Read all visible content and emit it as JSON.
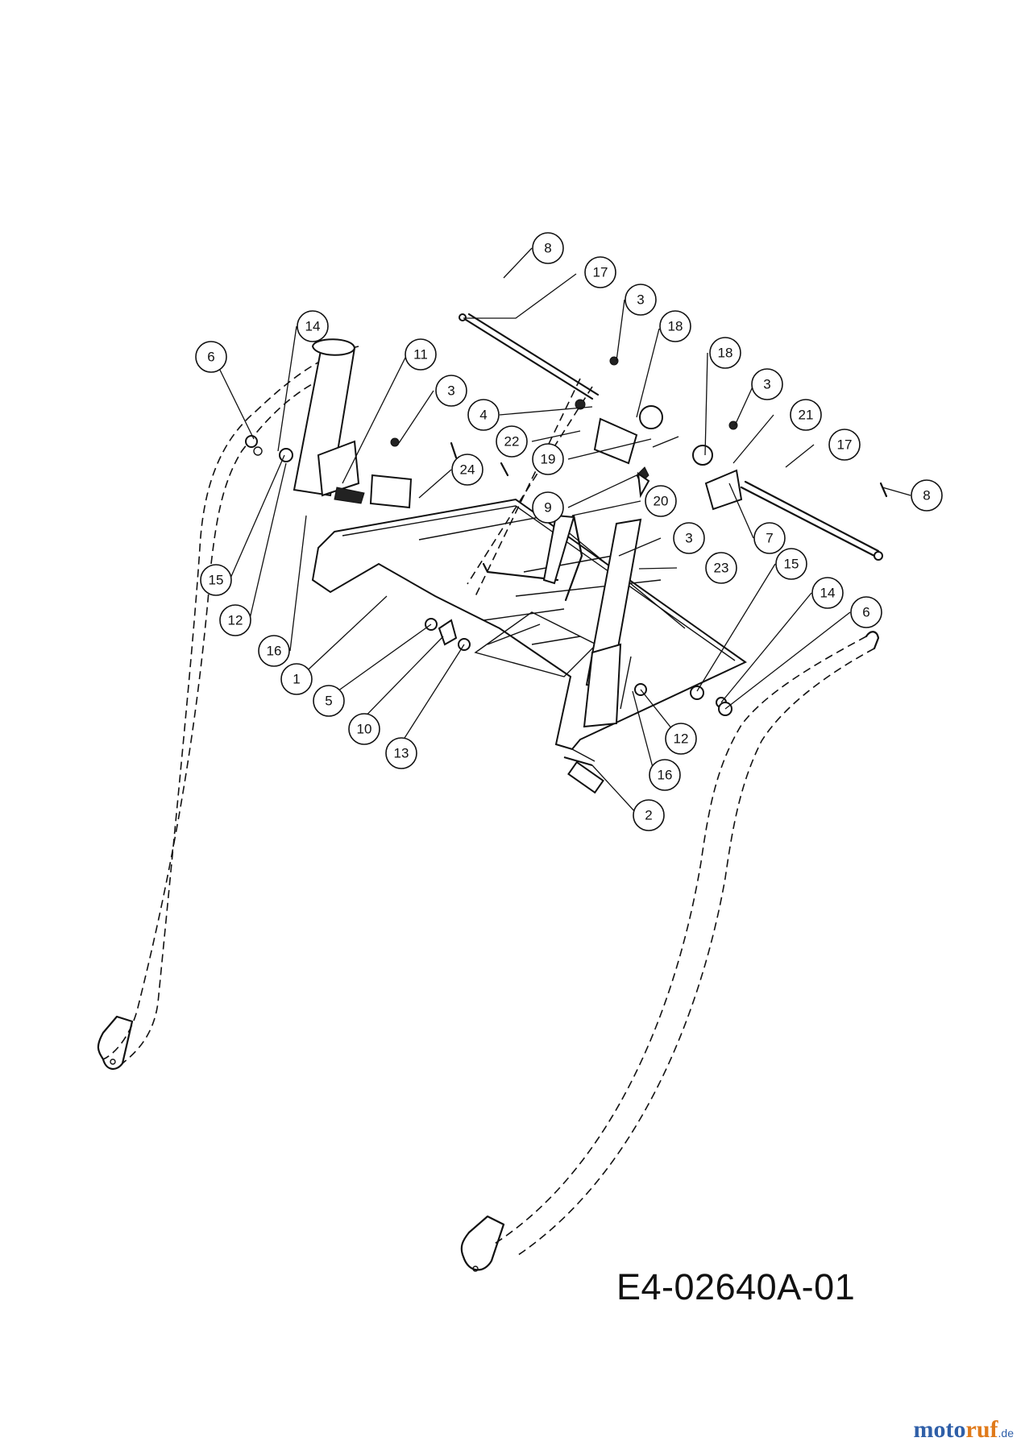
{
  "drawing_code": "E4-02640A-01",
  "watermark": {
    "part1": "moto",
    "part2": "ruf",
    "part3": ".de"
  },
  "callouts": [
    "8",
    "17",
    "3",
    "18",
    "18",
    "3",
    "21",
    "17",
    "8",
    "4",
    "22",
    "19",
    "9",
    "20",
    "3",
    "7",
    "23",
    "15",
    "14",
    "6",
    "14",
    "6",
    "11",
    "3",
    "24",
    "15",
    "12",
    "16",
    "1",
    "5",
    "10",
    "13",
    "12",
    "16",
    "2"
  ]
}
